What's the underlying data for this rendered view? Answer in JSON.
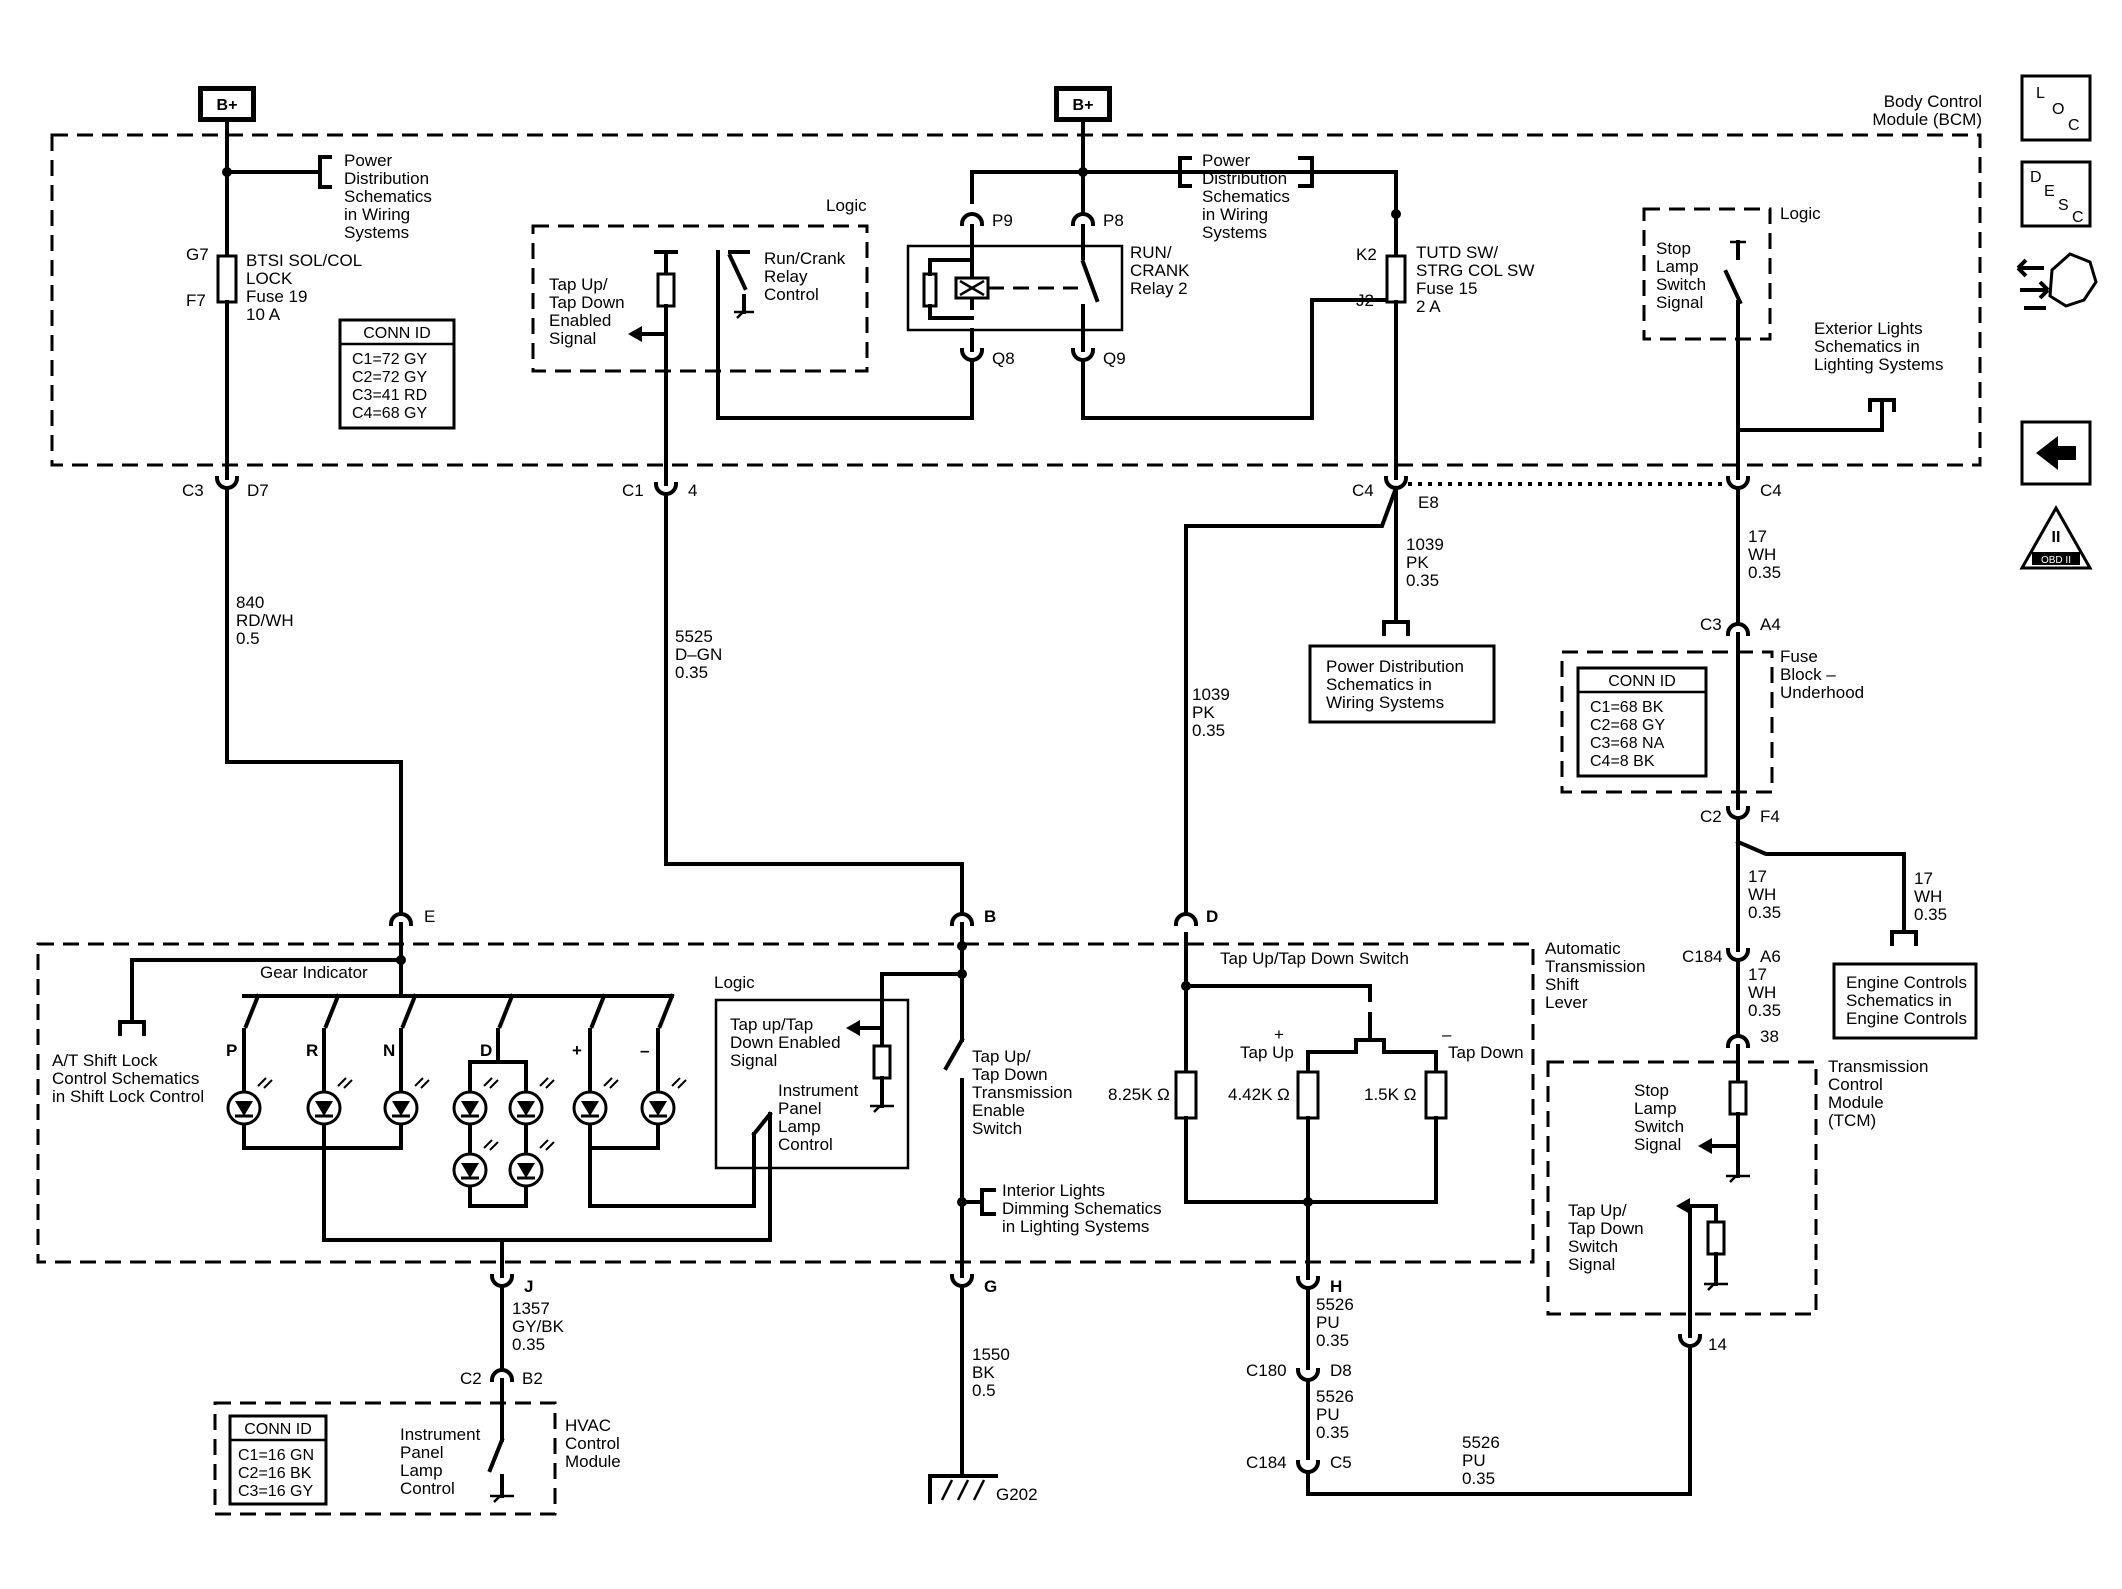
{
  "modules": {
    "bcm": [
      "Body Control",
      "Module (BCM)"
    ],
    "shift_lever": [
      "Automatic",
      "Transmission",
      "Shift",
      "Lever"
    ],
    "tcm": [
      "Transmission",
      "Control",
      "Module",
      "(TCM)"
    ],
    "hvac": [
      "HVAC",
      "Control",
      "Module"
    ],
    "fuse_block": [
      "Fuse",
      "Block –",
      "Underhood"
    ]
  },
  "battery": {
    "left": "B+",
    "right": "B+"
  },
  "refs": {
    "power_left": [
      "Power",
      "Distribution",
      "Schematics",
      "in Wiring",
      "Systems"
    ],
    "power_mid": [
      "Power",
      "Distribution",
      "Schematics",
      "in Wiring",
      "Systems"
    ],
    "power_box": [
      "Power Distribution",
      "Schematics in",
      "Wiring Systems"
    ],
    "ext_lights": [
      "Exterior Lights",
      "Schematics in",
      "Lighting Systems"
    ],
    "shift_lock": [
      "A/T Shift Lock",
      "Control Schematics",
      "in Shift Lock Control"
    ],
    "interior": [
      "Interior Lights",
      "Dimming Schematics",
      "in Lighting Systems"
    ],
    "engine": [
      "Engine Controls",
      "Schematics in",
      "Engine Controls"
    ]
  },
  "fuses": {
    "f19": {
      "pins": [
        "G7",
        "F7"
      ],
      "lines": [
        "BTSI SOL/COL",
        "LOCK",
        "Fuse 19",
        "10 A"
      ]
    },
    "f15": {
      "pins": [
        "K2",
        "J2"
      ],
      "lines": [
        "TUTD SW/",
        "STRG COL SW",
        "Fuse 15",
        "2 A"
      ]
    }
  },
  "conn_ids": {
    "bcm": {
      "title": "CONN ID",
      "rows": [
        "C1=72 GY",
        "C2=72 GY",
        "C3=41 RD",
        "C4=68 GY"
      ]
    },
    "fuse_block": {
      "title": "CONN ID",
      "rows": [
        "C1=68 BK",
        "C2=68 GY",
        "C3=68 NA",
        "C4=8 BK"
      ]
    },
    "hvac": {
      "title": "CONN ID",
      "rows": [
        "C1=16 GN",
        "C2=16 BK",
        "C3=16 GY"
      ]
    }
  },
  "logic": {
    "bcm": "Logic",
    "stop": "Logic",
    "shift": "Logic",
    "tap_enabled": [
      "Tap Up/",
      "Tap Down",
      "Enabled",
      "Signal"
    ],
    "run_crank": [
      "Run/Crank",
      "Relay",
      "Control"
    ],
    "relay": [
      "RUN/",
      "CRANK",
      "Relay 2"
    ],
    "relay_pins": [
      "P9",
      "P8",
      "Q8",
      "Q9"
    ],
    "stop_lamp": [
      "Stop",
      "Lamp",
      "Switch",
      "Signal"
    ],
    "shift_tap": [
      "Tap up/Tap",
      "Down Enabled",
      "Signal"
    ],
    "ip_lamp": [
      "Instrument",
      "Panel",
      "Lamp",
      "Control"
    ],
    "gear_indicator": "Gear Indicator",
    "gears": [
      "P",
      "R",
      "N",
      "D",
      "+",
      "–"
    ],
    "trans_switch": [
      "Tap Up/",
      "Tap Down",
      "Transmission",
      "Enable",
      "Switch"
    ],
    "tutd_switch": "Tap Up/Tap Down Switch",
    "tap_up": [
      "+",
      "Tap Up"
    ],
    "tap_down": [
      "–",
      "Tap Down"
    ],
    "resistors": [
      "8.25K Ω",
      "4.42K Ω",
      "1.5K Ω"
    ],
    "tcm_stop": [
      "Stop",
      "Lamp",
      "Switch",
      "Signal"
    ],
    "tcm_tap": [
      "Tap Up/",
      "Tap Down",
      "Switch",
      "Signal"
    ],
    "hvac_ip": [
      "Instrument",
      "Panel",
      "Lamp",
      "Control"
    ]
  },
  "connectors": {
    "c3_d7": [
      "C3",
      "D7"
    ],
    "c1_4": [
      "C1",
      "4"
    ],
    "c4_e8": [
      "C4",
      "E8"
    ],
    "c4_r": [
      "C4",
      ""
    ],
    "c3_a4": [
      "C3",
      "A4"
    ],
    "c2_f4": [
      "C2",
      "F4"
    ],
    "c184_a6": [
      "C184",
      "A6"
    ],
    "p38": "38",
    "p14": "14",
    "e": "E",
    "b": "B",
    "d": "D",
    "j": "J",
    "g": "G",
    "h": "H",
    "c2_b2": [
      "C2",
      "B2"
    ],
    "c180_d8": [
      "C180",
      "D8"
    ],
    "c184_c5": [
      "C184",
      "C5"
    ]
  },
  "wires": {
    "w840": [
      "840",
      "RD/WH",
      "0.5"
    ],
    "w5525": [
      "5525",
      "D–GN",
      "0.35"
    ],
    "w1039a": [
      "1039",
      "PK",
      "0.35"
    ],
    "w1039b": [
      "1039",
      "PK",
      "0.35"
    ],
    "w17a": [
      "17",
      "WH",
      "0.35"
    ],
    "w17b": [
      "17",
      "WH",
      "0.35"
    ],
    "w17c": [
      "17",
      "WH",
      "0.35"
    ],
    "w17d": [
      "17",
      "WH",
      "0.35"
    ],
    "w1357": [
      "1357",
      "GY/BK",
      "0.35"
    ],
    "w1550": [
      "1550",
      "BK",
      "0.5"
    ],
    "w5526a": [
      "5526",
      "PU",
      "0.35"
    ],
    "w5526b": [
      "5526",
      "PU",
      "0.35"
    ],
    "w5526c": [
      "5526",
      "PU",
      "0.35"
    ]
  },
  "ground": "G202",
  "nav_icons": {
    "loc": [
      "L",
      "O",
      "C"
    ],
    "desc": [
      "D",
      "E",
      "S",
      "C"
    ],
    "obd": [
      "II",
      "OBD II"
    ]
  }
}
